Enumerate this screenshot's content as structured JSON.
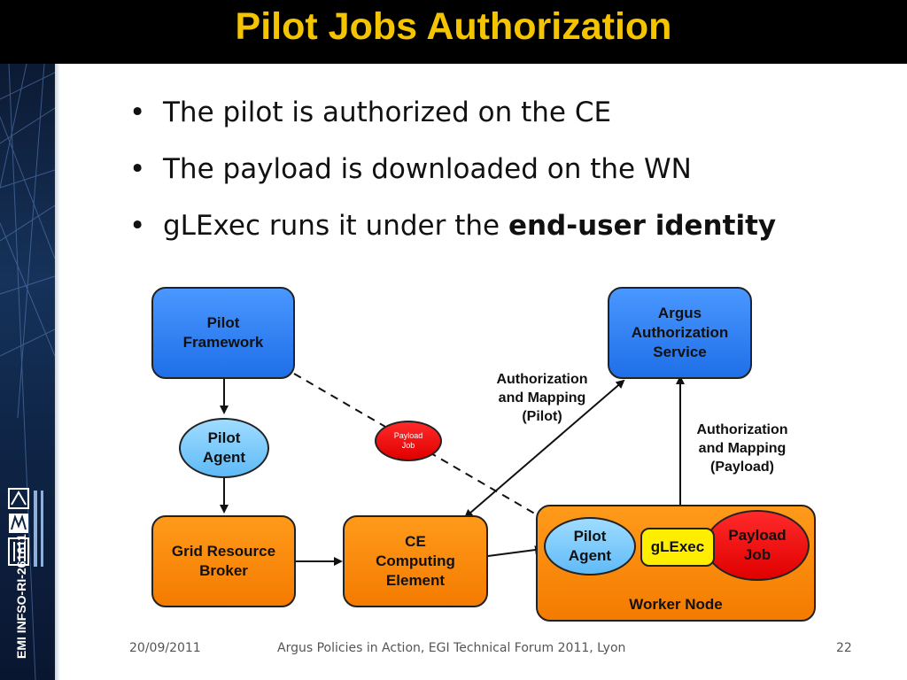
{
  "title": "Pilot Jobs Authorization",
  "sidebar": {
    "vertical_text": "EMI INFSO-RI-261611"
  },
  "bullets": [
    {
      "text": "The pilot is authorized on the CE",
      "bold": ""
    },
    {
      "text": "The payload is downloaded on the WN",
      "bold": ""
    },
    {
      "text": "gLExec runs it under the ",
      "bold": "end-user identity"
    }
  ],
  "diagram": {
    "nodes": {
      "pilot_framework": "Pilot\nFramework",
      "pilot_agent_left": "Pilot\nAgent",
      "grid_resource_broker": "Grid Resource\nBroker",
      "ce": "CE\nComputing\nElement",
      "argus": "Argus\nAuthorization\nService",
      "payload_job_small": "Payload\nJob",
      "worker_node": "Worker Node",
      "pilot_agent_wn": "Pilot\nAgent",
      "glexec": "gLExec",
      "payload_job_wn": "Payload\nJob"
    },
    "labels": {
      "auth_pilot": "Authorization\nand Mapping\n(Pilot)",
      "auth_payload": "Authorization\nand Mapping\n(Payload)"
    },
    "colors": {
      "blue_box": "#1f6fe8",
      "orange_box": "#f47b00",
      "light_blue_ellipse": "#5fbaf7",
      "red_ellipse": "#e00000",
      "glexec_yellow": "#ffee00",
      "title_gold": "#f5c400"
    }
  },
  "footer": {
    "date": "20/09/2011",
    "center": "Argus Policies in Action, EGI Technical Forum 2011, Lyon",
    "page": "22"
  }
}
